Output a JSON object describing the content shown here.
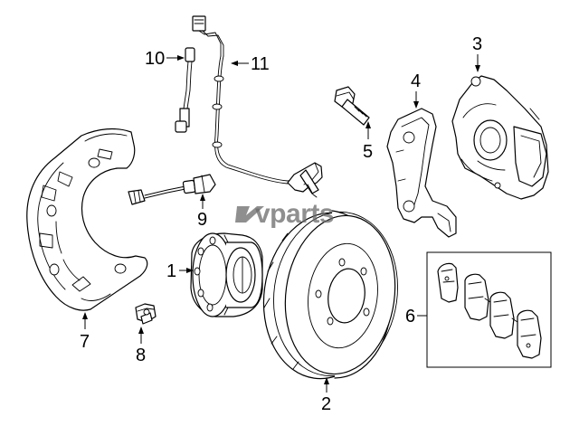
{
  "diagram": {
    "watermark": "vparts",
    "colors": {
      "line": "#000000",
      "background": "#ffffff",
      "watermark": "#6a6a6a"
    },
    "callouts": {
      "c1": "1",
      "c2": "2",
      "c3": "3",
      "c4": "4",
      "c5": "5",
      "c6": "6",
      "c7": "7",
      "c8": "8",
      "c9": "9",
      "c10": "10",
      "c11": "11"
    }
  }
}
